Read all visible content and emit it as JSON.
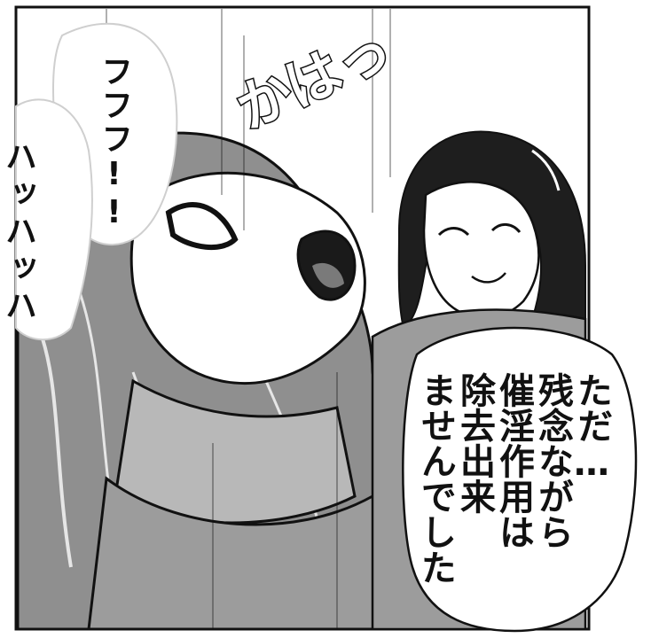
{
  "bubbles": {
    "left_bubble": {
      "text": "フフフ!!"
    },
    "edge_bubble": {
      "text": "ハッハッハ"
    },
    "right_bubble": {
      "lines": [
        "ただ…",
        "残念ながら",
        "催淫作用は",
        "除去出来",
        "ませんでした"
      ]
    }
  },
  "sfx": {
    "text": "かはっ"
  },
  "icons": {
    "figure_left": "screaming-figure",
    "figure_right": "smiling-woman"
  },
  "colors": {
    "ink": "#111111",
    "paper": "#ffffff",
    "tone": "#9a9a9a",
    "tone_dark": "#6e6e6e"
  }
}
